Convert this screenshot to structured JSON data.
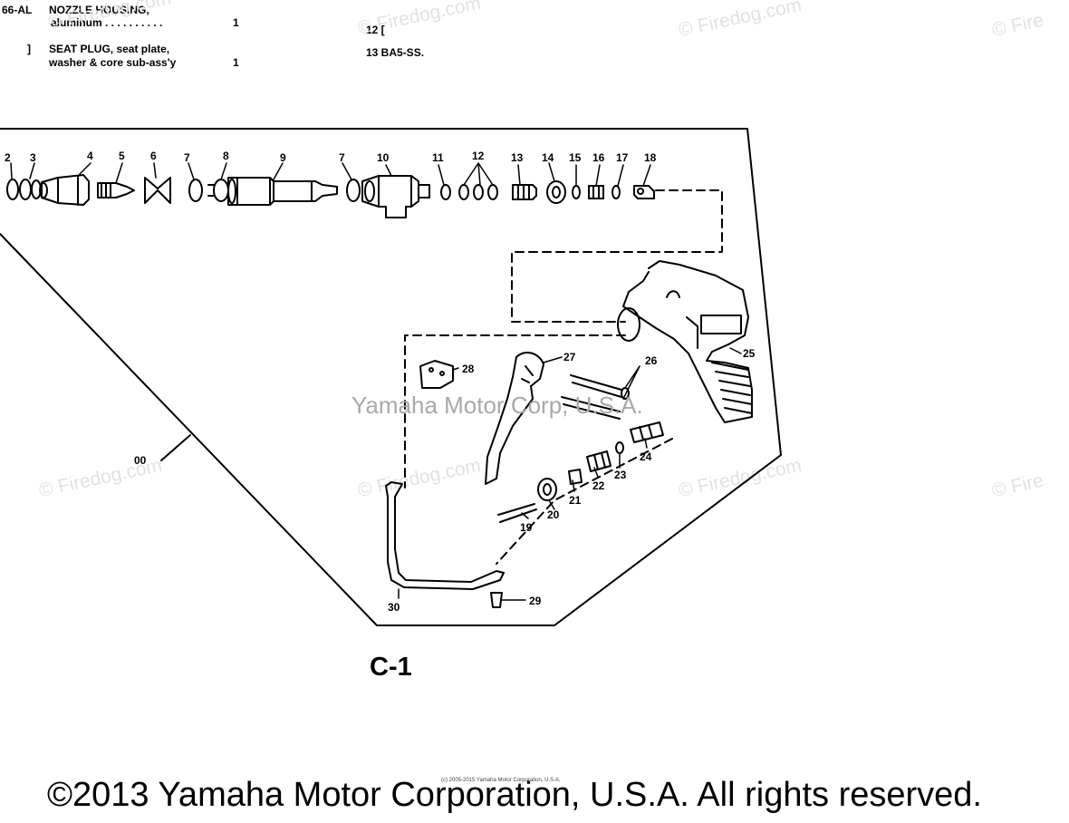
{
  "header": {
    "row1_code": "66-AL",
    "row1_desc": "NOZZLE HOUSING,",
    "row1_desc2": "aluminum",
    "row1_qty": "1",
    "row2_bracket": "]",
    "row2_desc": "SEAT PLUG, seat plate,",
    "row2_desc2": "washer & core sub-ass'y",
    "row2_qty": "1",
    "right_item1": "12  [",
    "right_item2": "13   BA5-SS."
  },
  "watermarks": {
    "firedog": "© Firedog.com",
    "firedog_cut": "© Fire",
    "center": "Yamaha Motor Corp, U.S.A."
  },
  "diagram": {
    "title": "C-1",
    "callouts": [
      "2",
      "3",
      "4",
      "5",
      "6",
      "7",
      "8",
      "9",
      "7",
      "10",
      "11",
      "12",
      "13",
      "14",
      "15",
      "16",
      "17",
      "18",
      "00",
      "19",
      "20",
      "21",
      "22",
      "23",
      "24",
      "25",
      "26",
      "27",
      "28",
      "29",
      "30"
    ]
  },
  "footer": {
    "small_credit": "(c) 2005-2015 Yamaha Motor Corporation, U.S.A.",
    "copyright": "©2013 Yamaha Motor Corporation, U.S.A. All rights reserved."
  }
}
